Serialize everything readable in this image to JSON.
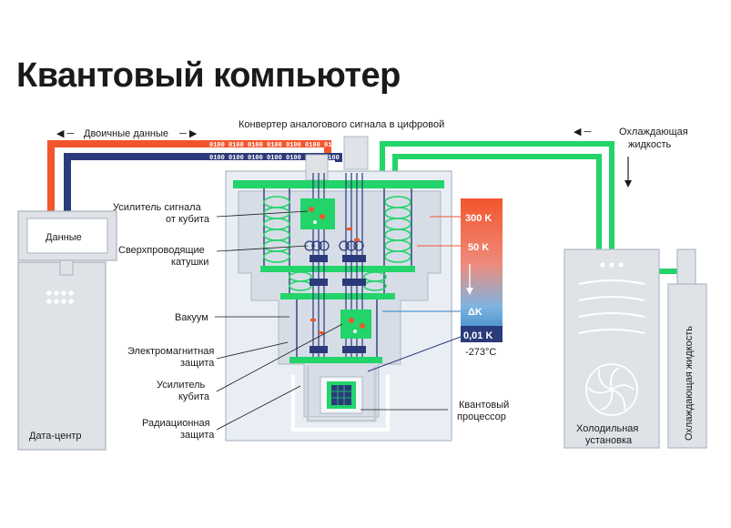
{
  "title": "Квантовый компьютер",
  "top_labels": {
    "binary_data": "Двоичные данные",
    "adc": "Конвертер аналогового сигнала в цифровой",
    "coolant_top_1": "Охлаждающая",
    "coolant_top_2": "жидкость"
  },
  "bit_stream": "0100 0100 0100 0100 0100 0100 0100",
  "datacenter": {
    "monitor_label": "Данные",
    "label": "Дата-центр"
  },
  "left_labels": {
    "qubit_amp_1": "Усилитель сигнала",
    "qubit_amp_2": "от кубита",
    "coils_1": "Сверхпроводящие",
    "coils_2": "катушки",
    "vacuum": "Вакуум",
    "em_shield_1": "Электромагнитная",
    "em_shield_2": "защита",
    "amp_1": "Усилитель",
    "amp_2": "кубита",
    "rad_shield_1": "Радиационная",
    "rad_shield_2": "защита"
  },
  "right_labels": {
    "processor_1": "Квантовый",
    "processor_2": "процессор"
  },
  "temperature": {
    "t300": "300 K",
    "t50": "50 K",
    "dk": "ΔK",
    "t001": "0,01 K",
    "celsius": "-273°C"
  },
  "cooler": {
    "label_1": "Холодильная",
    "label_2": "установка",
    "tank_label": "Охлаждающая жидкость"
  },
  "colors": {
    "green": "#22d46a",
    "orange": "#f2552c",
    "navy": "#2b3a7a",
    "gray_box": "#dfe3e8",
    "cryo_bg": "#e8eef4",
    "vacuum_bg": "#d6dde6"
  }
}
